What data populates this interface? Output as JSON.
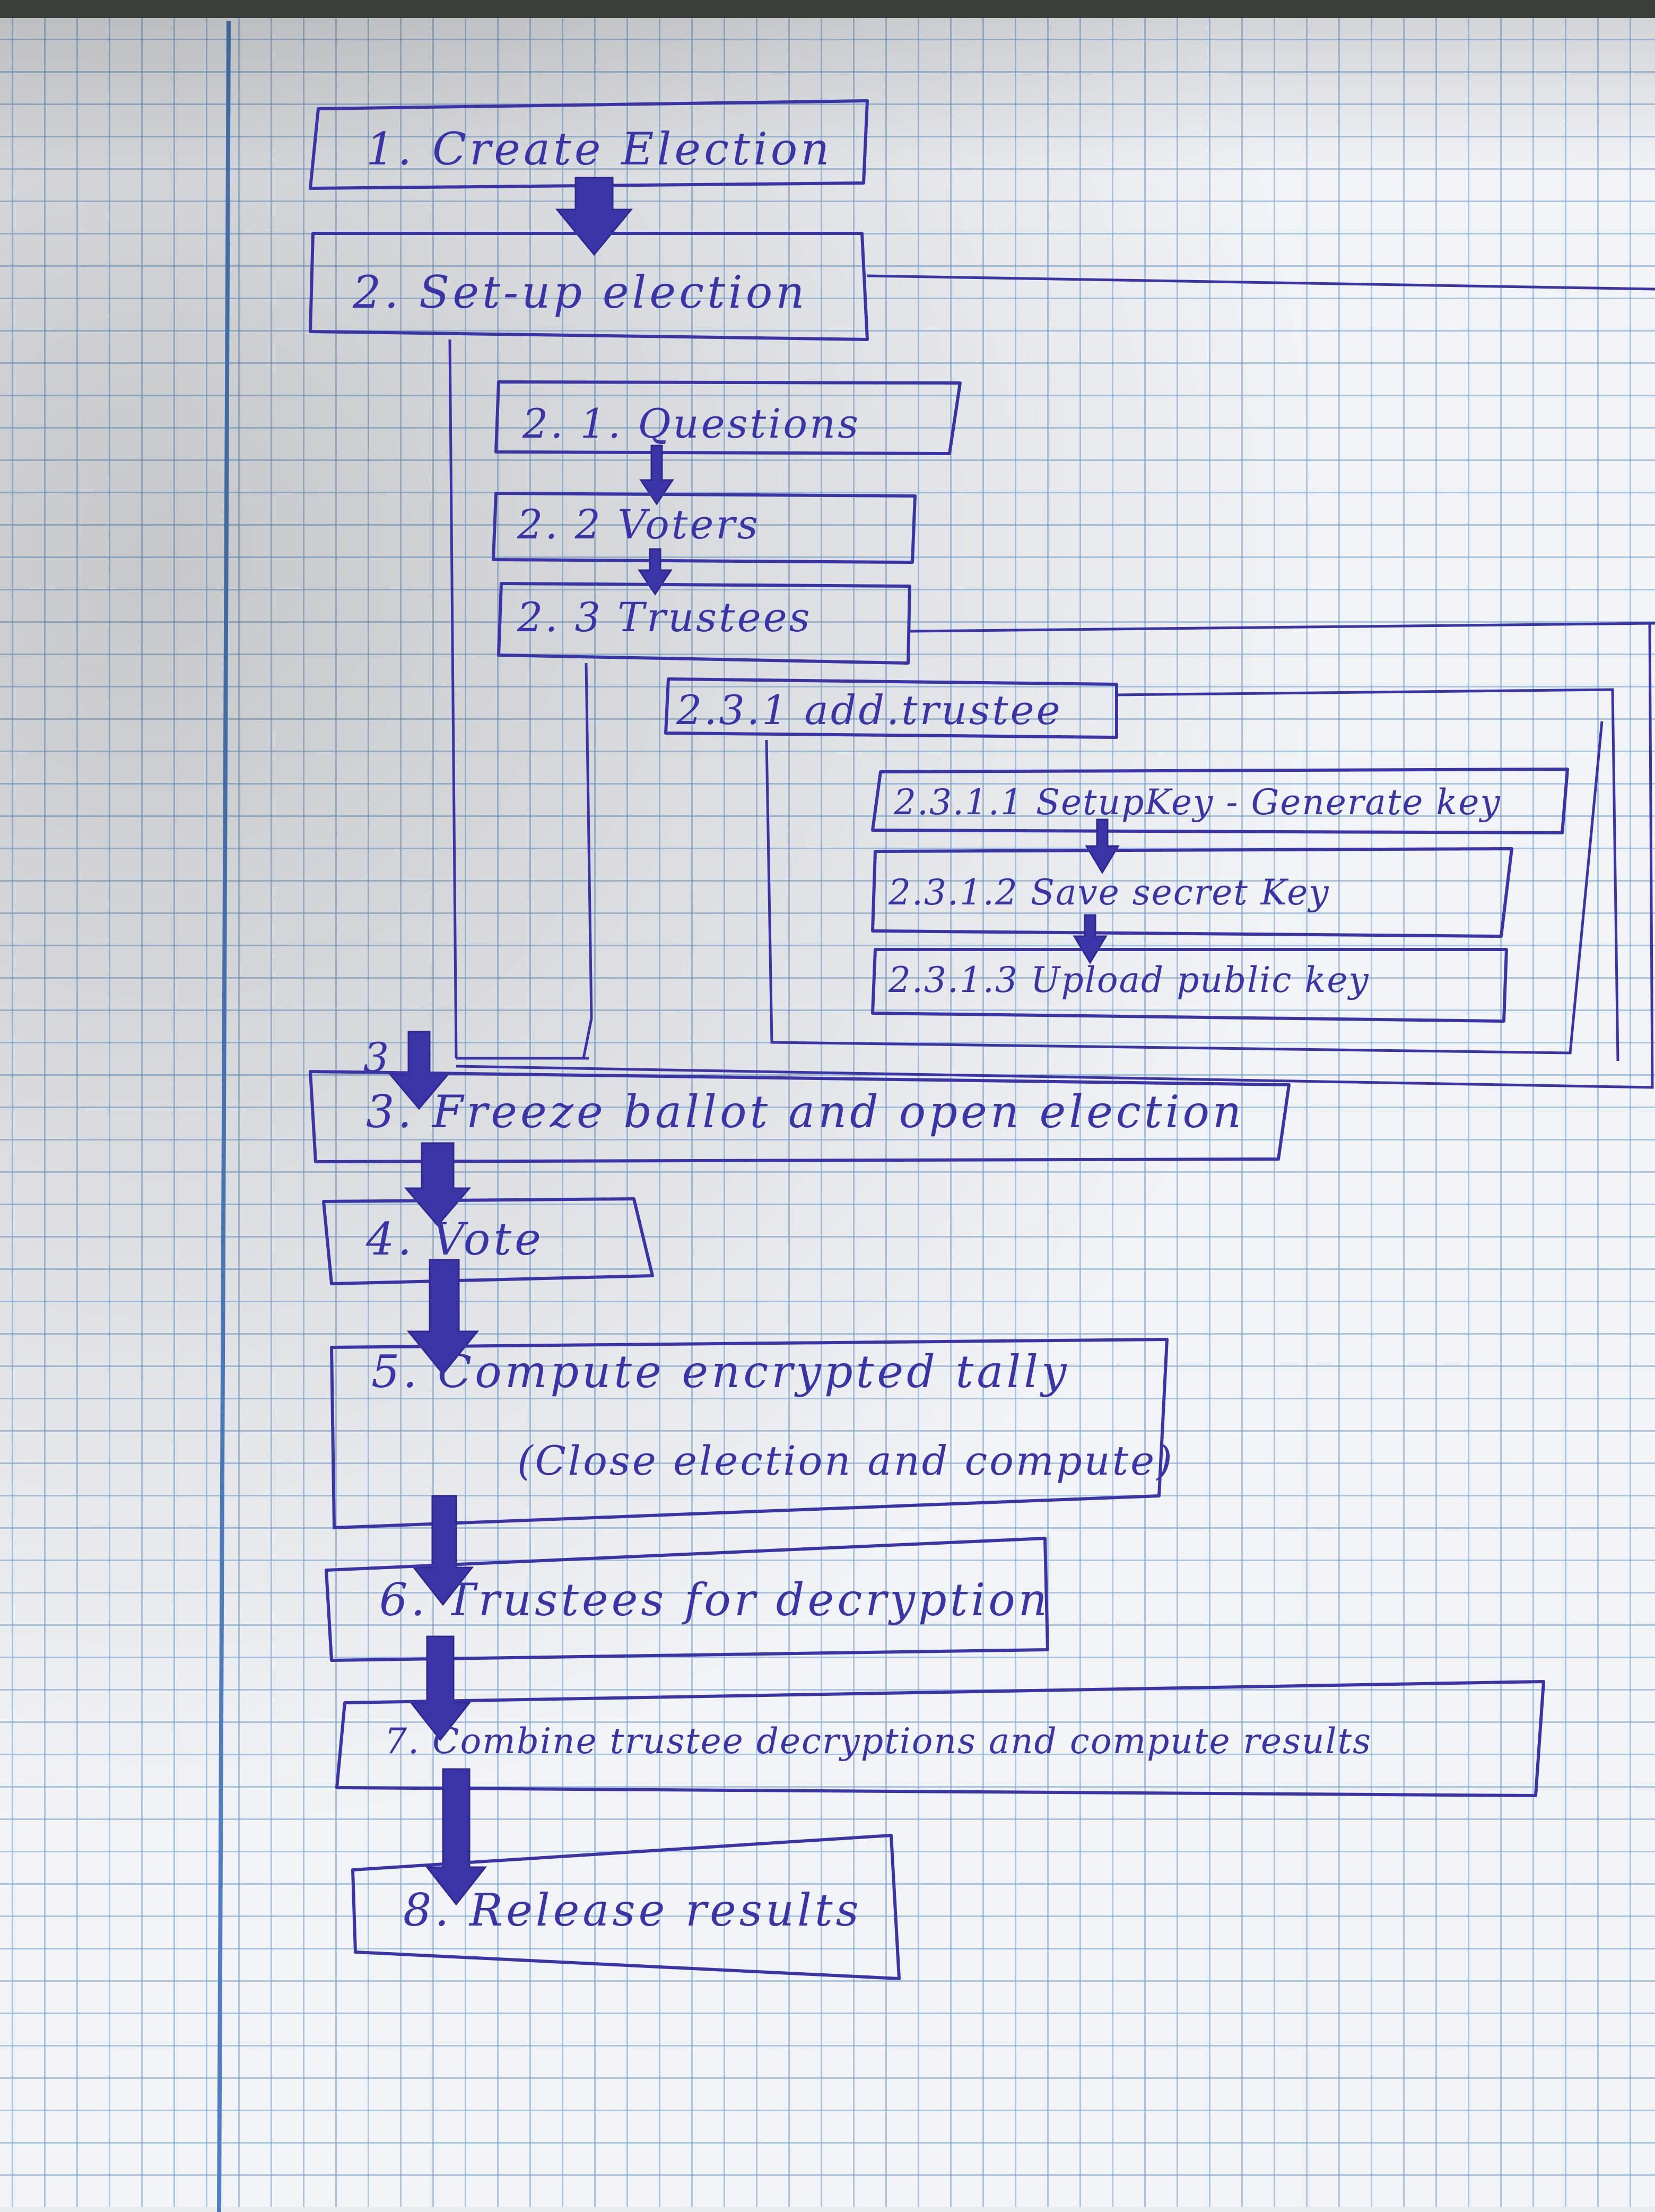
{
  "diagram": {
    "steps": {
      "s1": "1. Create Election",
      "s2": "2. Set-up election",
      "s21": "2. 1.  Questions",
      "s22": "2. 2   Voters",
      "s23": "2. 3   Trustees",
      "s231": "2.3.1 add.trustee",
      "s2311": "2.3.1.1  SetupKey - Generate key",
      "s2312": "2.3.1.2  Save secret Key",
      "s2313": "2.3.1.3  Upload public key",
      "s3": "3. Freeze ballot and open election",
      "s3_marker": "3",
      "s4": "4. Vote",
      "s5": "5. Compute encrypted tally",
      "s5_note": "(Close election and compute)",
      "s6": "6. Trustees for decryption",
      "s7": "7. Combine trustee decryptions and compute results",
      "s8": "8. Release results"
    },
    "ink_color": "#3b34a6",
    "grid_color": "#6ea0d2",
    "margin_line_color": "#4f7fc2"
  }
}
